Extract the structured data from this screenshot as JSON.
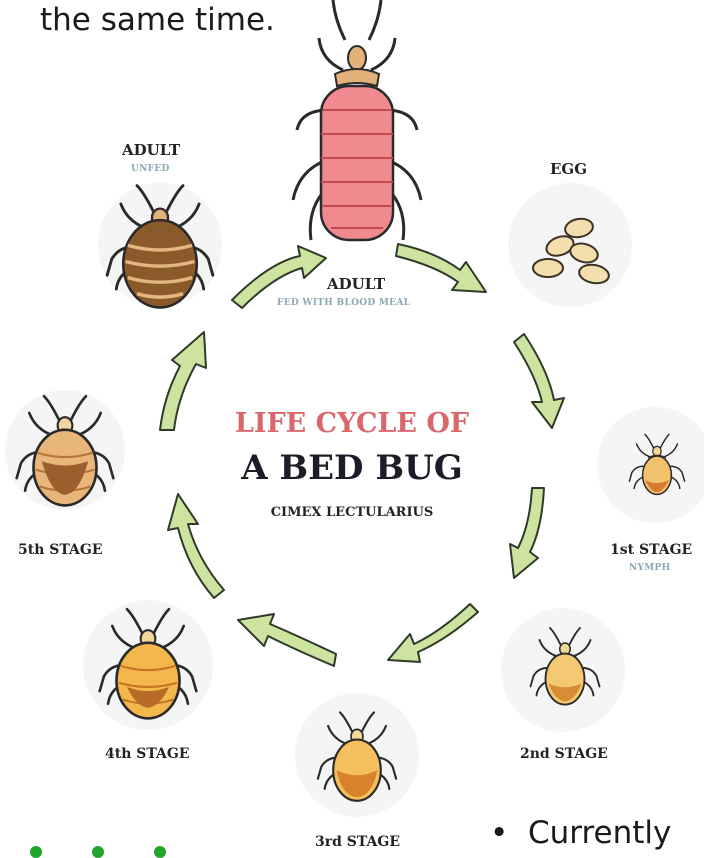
{
  "top_text": "the same time.",
  "bottom_text": "Currently",
  "title": {
    "line1": "LIFE CYCLE OF",
    "line2": "A BED BUG",
    "line3": "CIMEX LECTULARIUS"
  },
  "stages": {
    "adult_unfed": {
      "label": "ADULT",
      "sub": "UNFED"
    },
    "adult_fed": {
      "label": "ADULT",
      "sub": "FED WITH BLOOD MEAL"
    },
    "egg": {
      "label": "EGG"
    },
    "first": {
      "label": "1st STAGE",
      "sub": "NYMPH"
    },
    "second": {
      "label": "2nd STAGE"
    },
    "third": {
      "label": "3rd STAGE"
    },
    "fourth": {
      "label": "4th STAGE"
    },
    "fifth": {
      "label": "5th STAGE"
    }
  },
  "colors": {
    "arrow_fill": "#cde4a0",
    "arrow_stroke": "#2f3a2a",
    "title_red": "#d9676b",
    "fed_body": "#f08a8e",
    "bullet_green": "#22a52b"
  },
  "icons": [
    "adult-fed-bug-icon",
    "adult-unfed-bug-icon",
    "egg-cluster-icon",
    "nymph-bug-icon",
    "cycle-arrow-icon"
  ]
}
